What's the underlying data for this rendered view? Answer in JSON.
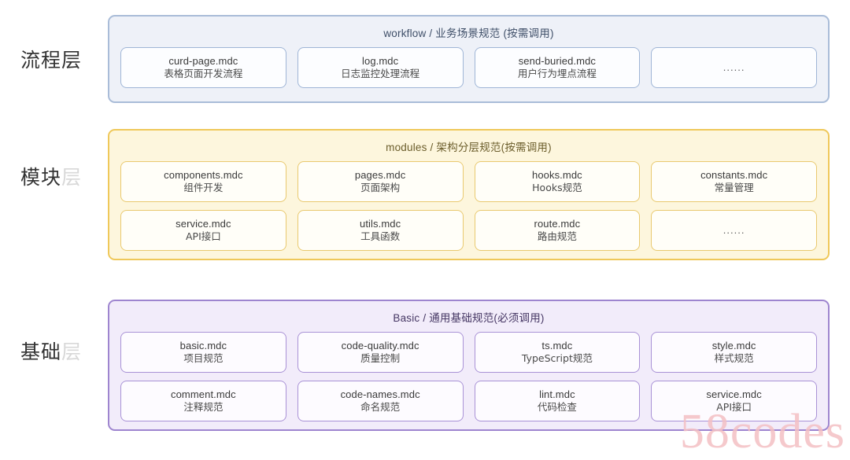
{
  "diagram": {
    "title_alt": "规则分层架构图",
    "watermark": "58codes",
    "watermark_color": "#f4c0c4",
    "layer_labels": [
      {
        "text": "流程层",
        "ghost": ""
      },
      {
        "text": "模块",
        "ghost": "层"
      },
      {
        "text": "基础",
        "ghost": "层"
      }
    ],
    "sections": [
      {
        "id": "workflow",
        "header": "workflow / 业务场景规范 (按需调用)",
        "panel_bg": "#eef1f8",
        "panel_border": "#a9bcd8",
        "cards": [
          {
            "title": "curd-page.mdc",
            "sub": "表格页面开发流程"
          },
          {
            "title": "log.mdc",
            "sub": "日志监控处理流程"
          },
          {
            "title": "send-buried.mdc",
            "sub": "用户行为埋点流程"
          },
          {
            "title": "",
            "sub": "",
            "ellipsis": "......"
          }
        ]
      },
      {
        "id": "modules",
        "header": "modules / 架构分层规范(按需调用)",
        "panel_bg": "#fdf6dd",
        "panel_border": "#efc85a",
        "cards": [
          {
            "title": "components.mdc",
            "sub": "组件开发"
          },
          {
            "title": "pages.mdc",
            "sub": "页面架构"
          },
          {
            "title": "hooks.mdc",
            "sub": "Hooks规范"
          },
          {
            "title": "constants.mdc",
            "sub": "常量管理"
          },
          {
            "title": "service.mdc",
            "sub": "API接口"
          },
          {
            "title": "utils.mdc",
            "sub": "工具函数"
          },
          {
            "title": "route.mdc",
            "sub": "路由规范"
          },
          {
            "title": "",
            "sub": "",
            "ellipsis": "......"
          }
        ]
      },
      {
        "id": "basic",
        "header": "Basic / 通用基础规范(必须调用)",
        "panel_bg": "#f2ecfa",
        "panel_border": "#9e85cf",
        "cards": [
          {
            "title": "basic.mdc",
            "sub": "项目规范"
          },
          {
            "title": "code-quality.mdc",
            "sub": "质量控制"
          },
          {
            "title": "ts.mdc",
            "sub": "TypeScript规范"
          },
          {
            "title": "style.mdc",
            "sub": "样式规范"
          },
          {
            "title": "comment.mdc",
            "sub": "注释规范"
          },
          {
            "title": "code-names.mdc",
            "sub": "命名规范"
          },
          {
            "title": "lint.mdc",
            "sub": "代码检查"
          },
          {
            "title": "service.mdc",
            "sub": "API接口"
          }
        ]
      }
    ]
  }
}
